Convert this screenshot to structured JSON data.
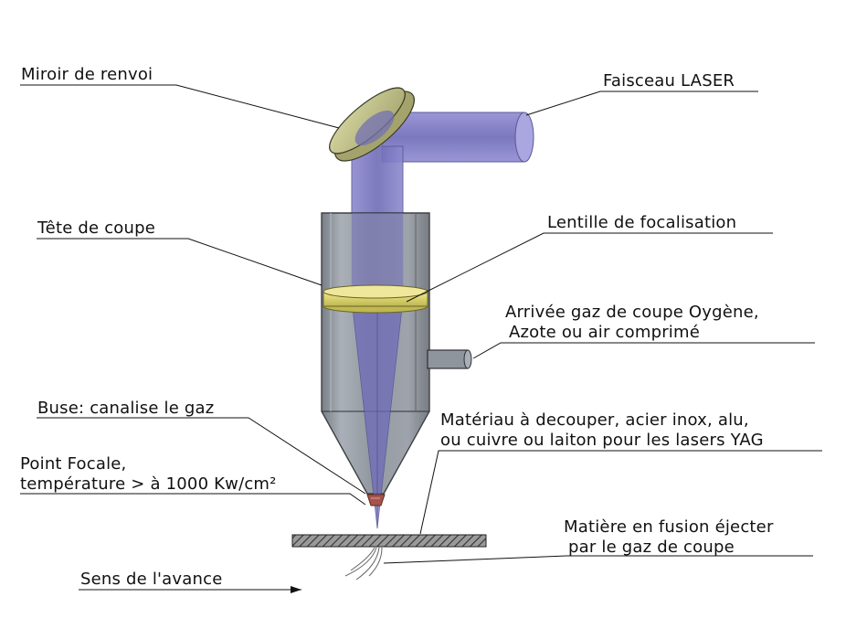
{
  "labels": {
    "miroir": "Miroir de renvoi",
    "faisceau": "Faisceau LASER",
    "tete": "Tête de coupe",
    "lentille": "Lentille de focalisation",
    "arrivee_1": "Arrivée gaz de coupe Oygène,",
    "arrivee_2": "Azote ou air comprimé",
    "buse": "Buse: canalise le gaz",
    "materiau_1": "Matériau à decouper, acier inox, alu,",
    "materiau_2": "ou cuivre ou laiton pour les lasers YAG",
    "point_1": "Point Focale,",
    "point_2": "température > à 1000 Kw/cm²",
    "matiere_1": "Matière en fusion éjecter",
    "matiere_2": "par le gaz de coupe",
    "sens": "Sens de l'avance"
  },
  "colors": {
    "beam": "#8a86c8",
    "mirror": "#c9c98e",
    "lens": "#e2dc84",
    "head": "#8e949c",
    "workpiece": "#555555"
  }
}
